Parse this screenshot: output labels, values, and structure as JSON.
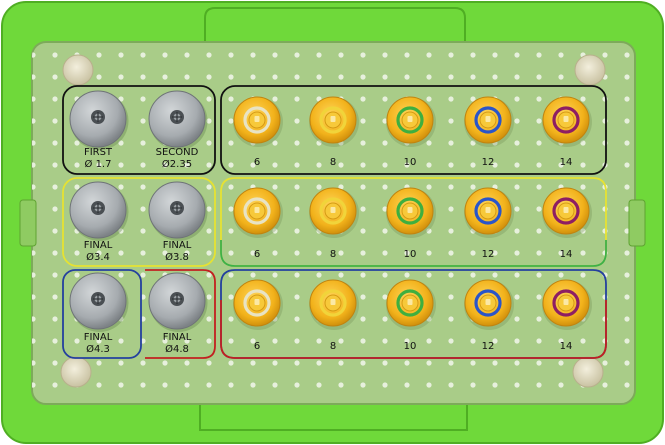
{
  "colors": {
    "frame_green": "#6FD93A",
    "tray_green": "#A9CC88",
    "gold": "#F2B21B",
    "ring_white": "#E8E3C4",
    "ring_yellow": "#F1D43A",
    "ring_green": "#3FAF3F",
    "ring_blue": "#2A55C9",
    "ring_purple": "#8E1E63",
    "outline_black": "#111111",
    "outline_yellow": "#E6E232",
    "outline_green": "#3CB04A",
    "outline_blue": "#24409E",
    "outline_red": "#C22020"
  },
  "drills": {
    "first": {
      "name": "FIRST",
      "size": "Ø 1.7",
      "icon": "drill-head-icon"
    },
    "second": {
      "name": "SECOND",
      "size": "Ø2.35",
      "icon": "drill-head-icon"
    },
    "final_34": {
      "name": "FINAL",
      "size": "Ø3.4",
      "icon": "drill-head-icon"
    },
    "final_38": {
      "name": "FINAL",
      "size": "Ø3.8",
      "icon": "drill-head-icon"
    },
    "final_43": {
      "name": "FINAL",
      "size": "Ø4.3",
      "icon": "drill-head-icon"
    },
    "final_48": {
      "name": "FINAL",
      "size": "Ø4.8",
      "icon": "drill-head-icon"
    }
  },
  "stops": {
    "lengths": [
      "6",
      "8",
      "10",
      "12",
      "14"
    ],
    "ring_colors": [
      "ring_white",
      "ring_yellow",
      "ring_green",
      "ring_blue",
      "ring_purple"
    ]
  }
}
